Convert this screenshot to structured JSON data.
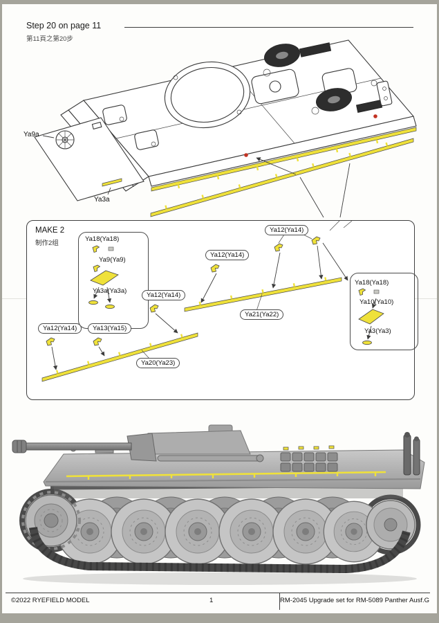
{
  "header": {
    "step_en": "Step 20 on page 11",
    "step_zh": "第11頁之第20步"
  },
  "top_diagram": {
    "labels": {
      "ya9a": "Ya9a",
      "ya3a": "Ya3a"
    }
  },
  "make": {
    "title": "MAKE 2",
    "subtitle": "制作2组",
    "left_group": [
      "Ya18(Ya18)",
      "Ya9(Ya9)",
      "Ya3a(Ya3a)"
    ],
    "right_group": [
      "Ya18(Ya18)",
      "Ya10(Ya10)",
      "Ya3(Ya3)"
    ],
    "ya12": [
      "Ya12(Ya14)",
      "Ya12(Ya14)",
      "Ya12(Ya14)",
      "Ya12(Ya14)"
    ],
    "ya13": "Ya13(Ya15)",
    "rail_long": "Ya21(Ya22)",
    "rail_short": "Ya20(Ya23)"
  },
  "footer": {
    "copyright": "©2022 RYEFIELD MODEL",
    "page_number": "1",
    "product": "RM-2045 Upgrade set for RM-5089 Panther Ausf.G"
  },
  "colors": {
    "highlight_yellow": "#efe13a",
    "marker_red": "#c23222"
  }
}
